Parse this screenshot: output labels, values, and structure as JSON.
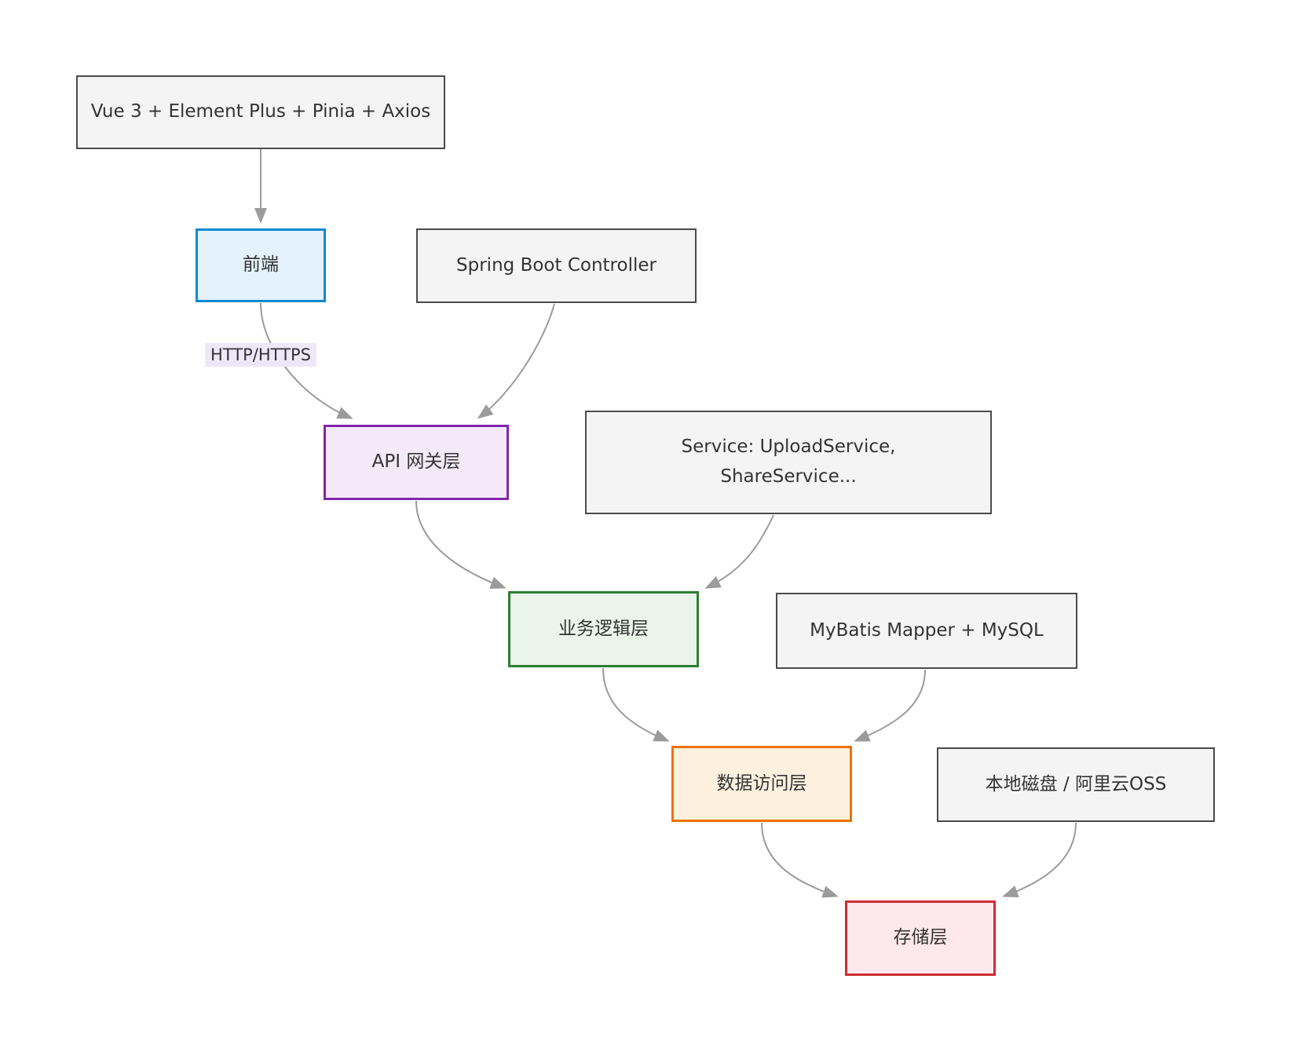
{
  "diagram": {
    "nodes": {
      "frontend_stack": {
        "label": "Vue 3 + Element Plus + Pinia + Axios"
      },
      "frontend": {
        "label": "前端"
      },
      "spring_controller": {
        "label": "Spring Boot Controller"
      },
      "api_gateway": {
        "label": "API 网关层"
      },
      "service_layer_detail": {
        "line1": "Service: UploadService,",
        "line2": "ShareService..."
      },
      "business_logic": {
        "label": "业务逻辑层"
      },
      "mybatis_mysql": {
        "label": "MyBatis Mapper + MySQL"
      },
      "data_access": {
        "label": "数据访问层"
      },
      "storage_detail": {
        "label": "本地磁盘 / 阿里云OSS"
      },
      "storage": {
        "label": "存储层"
      }
    },
    "edges": [
      {
        "from": "frontend_stack",
        "to": "frontend",
        "label": ""
      },
      {
        "from": "frontend",
        "to": "api_gateway",
        "label": "HTTP/HTTPS"
      },
      {
        "from": "spring_controller",
        "to": "api_gateway",
        "label": ""
      },
      {
        "from": "api_gateway",
        "to": "business_logic",
        "label": ""
      },
      {
        "from": "service_layer_detail",
        "to": "business_logic",
        "label": ""
      },
      {
        "from": "business_logic",
        "to": "data_access",
        "label": ""
      },
      {
        "from": "mybatis_mysql",
        "to": "data_access",
        "label": ""
      },
      {
        "from": "data_access",
        "to": "storage",
        "label": ""
      },
      {
        "from": "storage_detail",
        "to": "storage",
        "label": ""
      }
    ],
    "colors": {
      "node_default_fill": "#f4f4f4",
      "node_default_stroke": "#4b4b4b",
      "frontend_fill": "#e3f2fc",
      "frontend_stroke": "#0b8ad0",
      "gateway_fill": "#f5e9f9",
      "gateway_stroke": "#8227aa",
      "logic_fill": "#eaf4ea",
      "logic_stroke": "#2e7d33",
      "data_fill": "#fdf0de",
      "data_stroke": "#ee7203",
      "storage_fill": "#fde8eb",
      "storage_stroke": "#cf2d32",
      "edge": "#9b9b9b",
      "edge_label_bg": "#ede7f8",
      "text": "#333333"
    }
  }
}
